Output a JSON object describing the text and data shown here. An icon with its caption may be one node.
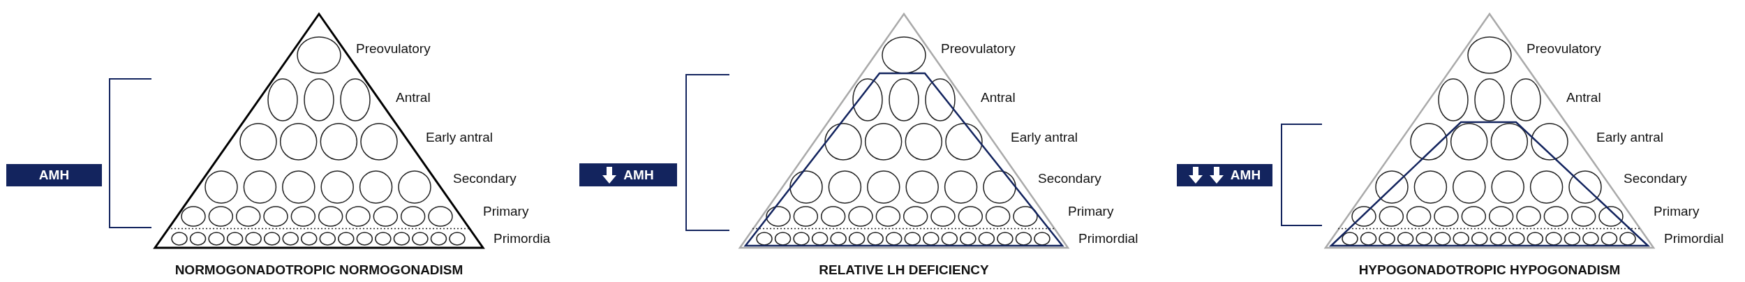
{
  "diagram": {
    "nodes": [
      {
        "text": [
          "AMH"
        ]
      },
      {
        "text": [
          "NORMOGONADOTROPIC NORMOGONADISM"
        ],
        "beside": [
          "Preovulatory",
          "Antral",
          "Early antral",
          "Secondary",
          "Primary",
          "Primordia"
        ]
      },
      {
        "text": [
          "AMH"
        ]
      },
      {
        "text": [
          "RELATIVE LH DEFICIENCY"
        ],
        "beside": [
          "Preovulatory",
          "Antral",
          "Early antral",
          "Secondary",
          "Primary",
          "Primordial"
        ]
      },
      {
        "text": [
          "AMH"
        ]
      },
      {
        "text": [
          "HYPOGONADOTROPIC HYPOGONADISM"
        ],
        "beside": [
          "Preovulatory",
          "Antral",
          "Early antral",
          "Secondary",
          "Primary",
          "Primordial"
        ]
      }
    ]
  }
}
